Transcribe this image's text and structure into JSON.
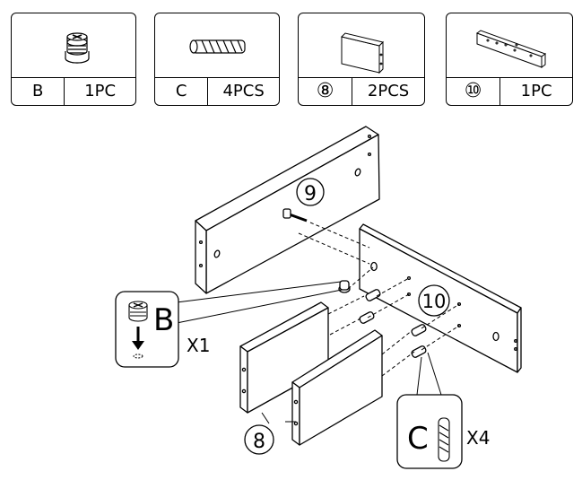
{
  "parts": [
    {
      "letter": "B",
      "qty": "1PC",
      "icon": "cam-lock-icon"
    },
    {
      "letter": "C",
      "qty": "4PCS",
      "icon": "dowel-icon"
    },
    {
      "letter": "⑧",
      "qty": "2PCS",
      "icon": "small-panel-icon"
    },
    {
      "letter": "⑩",
      "qty": "1PC",
      "icon": "drilled-panel-icon"
    }
  ],
  "diagram": {
    "label_9": "9",
    "label_10": "10",
    "label_8": "8",
    "callout_b_letter": "B",
    "callout_b_count": "X1",
    "callout_c_letter": "C",
    "callout_c_count": "X4"
  }
}
